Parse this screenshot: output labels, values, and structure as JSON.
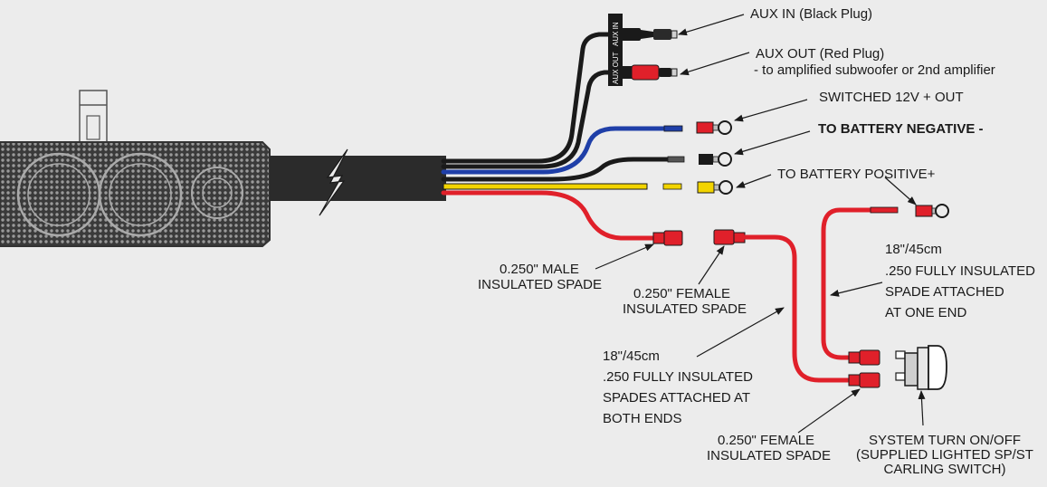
{
  "colors": {
    "black_wire": "#1a1a1a",
    "blue_wire": "#1f3fa8",
    "yellow_wire": "#f2d400",
    "red_wire": "#e0202a",
    "background": "#ececec"
  },
  "plug_tags": {
    "aux_in": "AUX IN",
    "aux_out": "AUX OUT"
  },
  "labels": {
    "aux_in": "AUX IN (Black Plug)",
    "aux_out_1": "AUX OUT (Red Plug)",
    "aux_out_2": "- to amplified subwoofer or 2nd amplifier",
    "switched": "SWITCHED 12V + OUT",
    "battery_negative": "TO BATTERY NEGATIVE -",
    "battery_positive": "TO BATTERY POSITIVE+",
    "male_spade_1": "0.250\" MALE",
    "male_spade_2": "INSULATED SPADE",
    "female_spade_1": "0.250\" FEMALE",
    "female_spade_2": "INSULATED SPADE",
    "jumper_right_1": "18\"/45cm",
    "jumper_right_2": ".250 FULLY INSULATED",
    "jumper_right_3": "SPADE ATTACHED",
    "jumper_right_4": "AT ONE END",
    "jumper_left_1": "18\"/45cm",
    "jumper_left_2": ".250 FULLY INSULATED",
    "jumper_left_3": "SPADES ATTACHED AT",
    "jumper_left_4": "BOTH ENDS",
    "female_spade_b_1": "0.250\" FEMALE",
    "female_spade_b_2": "INSULATED SPADE",
    "switch_1": "SYSTEM TURN ON/OFF",
    "switch_2": "(SUPPLIED LIGHTED SP/ST",
    "switch_3": "CARLING SWITCH)"
  }
}
